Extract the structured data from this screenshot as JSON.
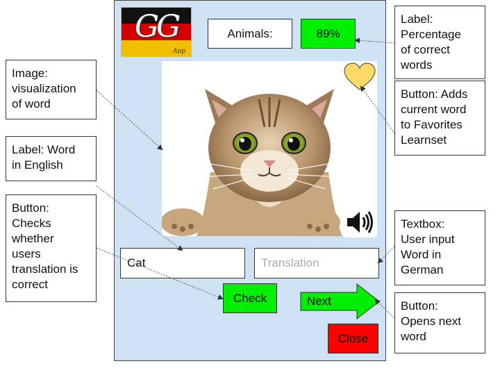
{
  "app": {
    "logo_text": "GG",
    "logo_subtext": "App",
    "category_label": "Animals:",
    "score_label": "89%",
    "word_english": "Cat",
    "translation_placeholder": "Translation",
    "check_label": "Check",
    "next_label": "Next",
    "close_label": "Close"
  },
  "icons": {
    "favorite": "heart-icon",
    "audio": "speaker-icon",
    "next": "right-arrow-icon"
  },
  "colors": {
    "phone_background": "#cfe2f3",
    "score_background": "#00ee00",
    "check_background": "#00ee00",
    "next_background": "#00ee00",
    "close_background": "#ff0000",
    "heart_fill": "#ffd966"
  },
  "annotations": {
    "image": "Image:\nvisualization\nof word",
    "word": "Label: Word\nin English",
    "check": "Button:\nChecks\nwhether\nusers\ntranslation is\ncorrect",
    "score": "Label:\nPercentage\nof correct\nwords",
    "favorite": "Button: Adds\ncurrent word\nto Favorites\nLearnset",
    "textbox": "Textbox:\nUser input\nWord in\nGerman",
    "next": "Button:\nOpens next\nword"
  }
}
